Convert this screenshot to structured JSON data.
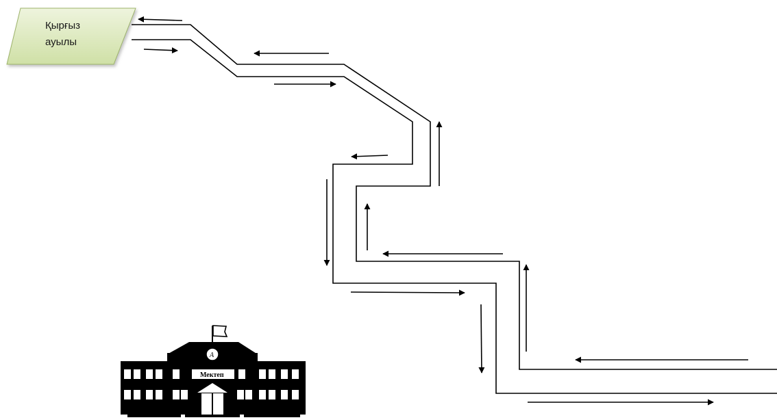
{
  "village": {
    "line1": "Қырғыз",
    "line2": "ауылы",
    "fill_top": "#eef4dd",
    "fill_bottom": "#cfe0a6",
    "stroke": "#9db36a"
  },
  "school": {
    "label": "Мектеп",
    "badge": "А",
    "color": "#000000"
  },
  "road": {
    "color": "#000000"
  },
  "arrows": {
    "color": "#000000"
  }
}
